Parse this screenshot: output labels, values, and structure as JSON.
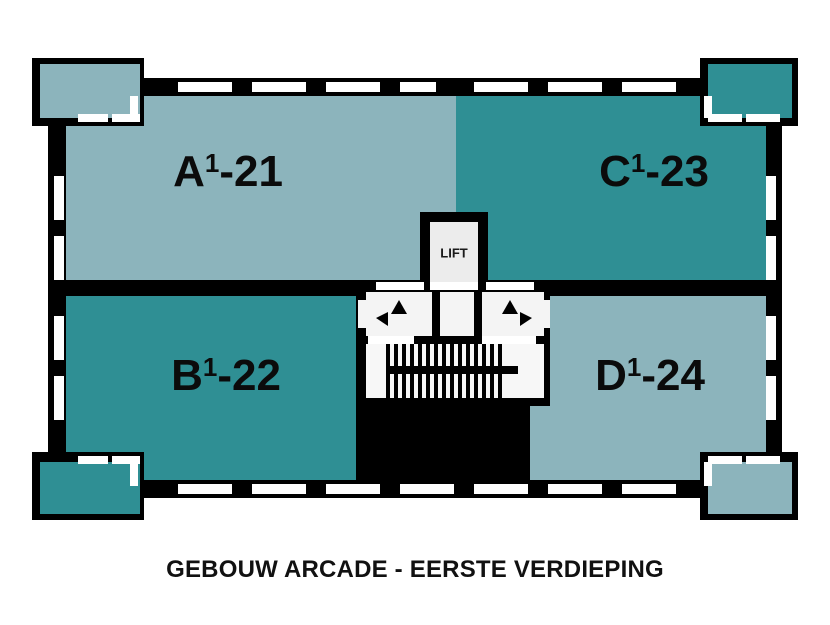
{
  "plan": {
    "title": "GEBOUW ARCADE - EERSTE VERDIEPING",
    "colors": {
      "wall": "#000000",
      "light_teal": "#8cb4bc",
      "dark_teal": "#2f8f94",
      "core_fill": "#ececec",
      "window": "#ffffff",
      "background": "#ffffff",
      "label_text": "#0b0b0b"
    },
    "units": [
      {
        "id": "unit-a",
        "base": "A",
        "superscript": "1",
        "suffix": "-21",
        "label": "A¹-21",
        "fill": "light_teal",
        "position": "top-left"
      },
      {
        "id": "unit-c",
        "base": "C",
        "superscript": "1",
        "suffix": "-23",
        "label": "C¹-23",
        "fill": "dark_teal",
        "position": "top-right"
      },
      {
        "id": "unit-b",
        "base": "B",
        "superscript": "1",
        "suffix": "-22",
        "label": "B¹-22",
        "fill": "dark_teal",
        "position": "bottom-left"
      },
      {
        "id": "unit-d",
        "base": "D",
        "superscript": "1",
        "suffix": "-24",
        "label": "D¹-24",
        "fill": "light_teal",
        "position": "bottom-right"
      }
    ],
    "core": {
      "lift_label": "LIFT",
      "landing_boxes": [
        {
          "id": "landing-left",
          "arrows": [
            "up",
            "left"
          ]
        },
        {
          "id": "landing-middle",
          "arrows": []
        },
        {
          "id": "landing-right",
          "arrows": [
            "up",
            "right"
          ]
        }
      ],
      "stair_treads_upper": 15,
      "stair_treads_lower": 15
    },
    "balconies": [
      {
        "id": "balcony-top-left",
        "fill": "light_teal"
      },
      {
        "id": "balcony-top-right",
        "fill": "dark_teal"
      },
      {
        "id": "balcony-bottom-left",
        "fill": "dark_teal"
      },
      {
        "id": "balcony-bottom-right",
        "fill": "light_teal"
      }
    ]
  }
}
